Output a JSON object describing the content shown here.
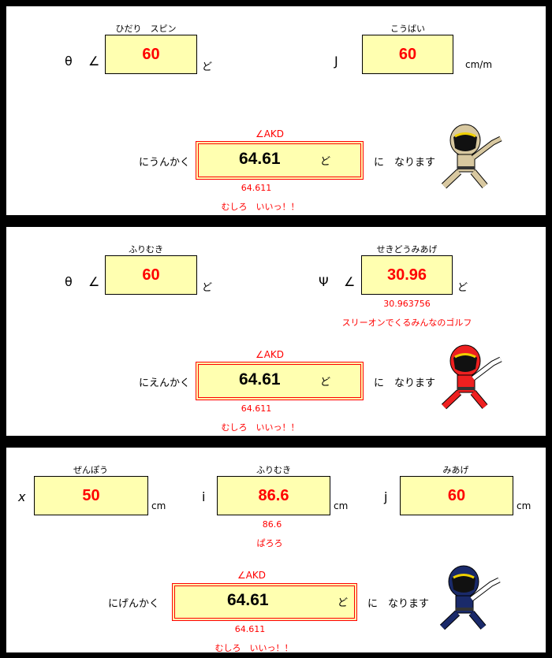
{
  "panel1": {
    "input1": {
      "label": "ひだり　スピン",
      "symbol": "θ",
      "angle": "∠",
      "value": "60",
      "unit": "ど"
    },
    "input2": {
      "label": "こうばい",
      "symbol": "J",
      "value": "60",
      "unit": "cm/m"
    },
    "result": {
      "title": "∠AKD",
      "prefix": "にうんかく",
      "value": "64.61",
      "unit": "ど",
      "suffix": "に　なります",
      "raw": "64.611",
      "comment": "むしろ　いいっ！！"
    },
    "character_color": "#d8c8a0"
  },
  "panel2": {
    "input1": {
      "label": "ふりむき",
      "symbol": "θ",
      "angle": "∠",
      "value": "60",
      "unit": "ど"
    },
    "input2": {
      "label": "せきどうみあげ",
      "symbol": "Ψ",
      "angle": "∠",
      "value": "30.96",
      "unit": "ど",
      "raw": "30.963756",
      "comment": "スリーオンでくるみんなのゴルフ"
    },
    "result": {
      "title": "∠AKD",
      "prefix": "にえんかく",
      "value": "64.61",
      "unit": "ど",
      "suffix": "に　なります",
      "raw": "64.611",
      "comment": "むしろ　いいっ！！"
    },
    "character_color": "#ee2020"
  },
  "panel3": {
    "input1": {
      "label": "ぜんぽう",
      "symbol": "x",
      "value": "50",
      "unit": "cm"
    },
    "input2": {
      "label": "ふりむき",
      "symbol": "i",
      "value": "86.6",
      "unit": "cm",
      "raw": "86.6",
      "comment": "ぱろろ"
    },
    "input3": {
      "label": "みあげ",
      "symbol": "j",
      "value": "60",
      "unit": "cm"
    },
    "result": {
      "title": "∠AKD",
      "prefix": "にげんかく",
      "value": "64.61",
      "unit": "ど",
      "suffix": "に　なります",
      "raw": "64.611",
      "comment": "むしろ　いいっ！！"
    },
    "character_color": "#1a2a6a"
  }
}
